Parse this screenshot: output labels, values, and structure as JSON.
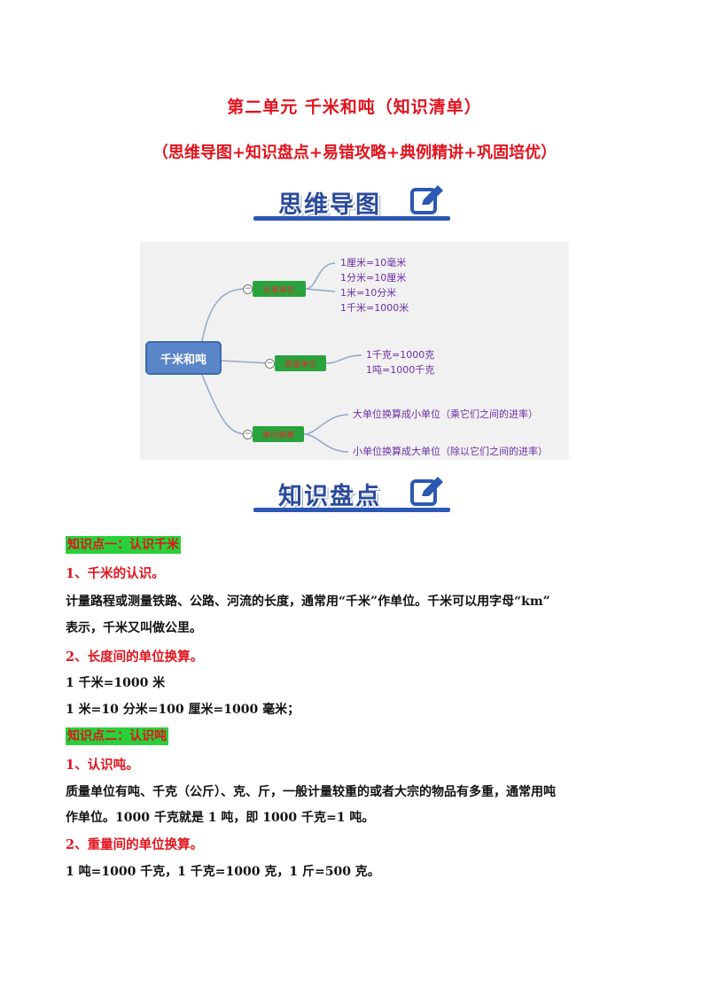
{
  "title": "第二单元 千米和吨（知识清单）",
  "subtitle": "（思维导图+知识盘点+易错攻略+典例精讲+巩固培优）",
  "banners": {
    "mind_map": "思维导图",
    "knowledge": "知识盘点"
  },
  "mind_map": {
    "root": "千米和吨",
    "branches": [
      {
        "label": "长度单位",
        "leaves": [
          "1厘米=10毫米",
          "1分米=10厘米",
          "1米=10分米",
          "1千米=1000米"
        ]
      },
      {
        "label": "质量单位",
        "leaves": [
          "1千克=1000克",
          "1吨=1000千克"
        ]
      },
      {
        "label": "单位换算",
        "leaves": [
          "大单位换算成小单位（乘它们之间的进率）",
          "小单位换算成大单位（除以它们之间的进率）"
        ]
      }
    ]
  },
  "content": {
    "kp1_title": "知识点一：认识千米",
    "kp1_s1": "1、千米的认识。",
    "kp1_p1a": "计量路程或测量铁路、公路、河流的长度，通常用“千米”作单位。千米可以用字母“km”",
    "kp1_p1b": "表示，千米又叫做公里。",
    "kp1_s2": "2、长度间的单位换算。",
    "kp1_p2a": "1 千米=1000 米",
    "kp1_p2b": "1 米=10 分米=100 厘米=1000 毫米；",
    "kp2_title": "知识点二：认识吨",
    "kp2_s1": "1、认识吨。",
    "kp2_p1a": "质量单位有吨、千克（公斤）、克、斤，一般计量较重的或者大宗的物品有多重，通常用吨",
    "kp2_p1b": "作单位。1000 千克就是 1 吨，即 1000 千克=1 吨。",
    "kp2_s2": "2、重量间的单位换算。",
    "kp2_p2": "1 吨=1000 千克，1 千克=1000 克，1 斤=500 克。"
  }
}
